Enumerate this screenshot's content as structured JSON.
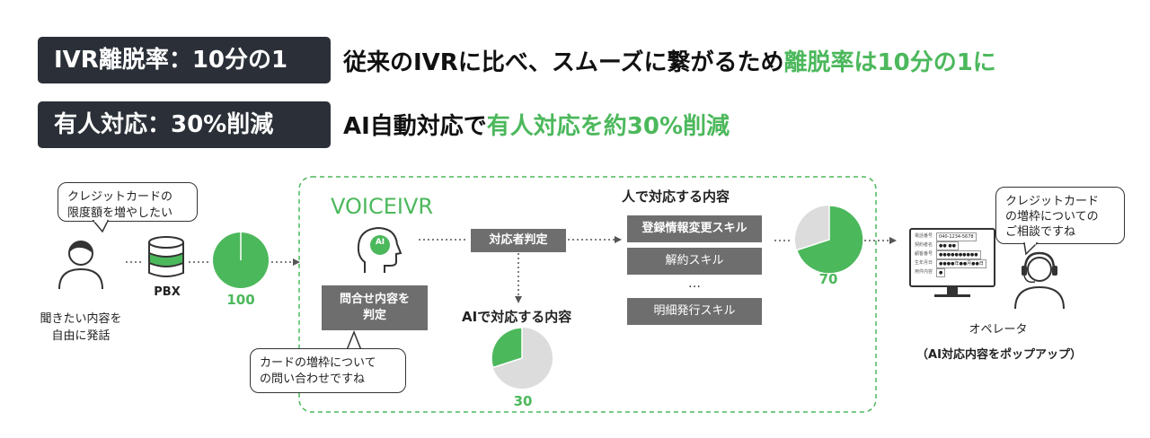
{
  "header": {
    "row1": {
      "badge": "IVR離脱率：10分の1",
      "text_plain": "従来のIVRに比べ、スムーズに繋がるため",
      "text_green": "離脱率は10分の1に"
    },
    "row2": {
      "badge": "有人対応：30%削減",
      "text_plain": "AI自動対応で",
      "text_green": "有人対応を約30%削減"
    }
  },
  "diagram": {
    "caller": {
      "bubble_line1": "クレジットカードの",
      "bubble_line2": "限度額を増やしたい",
      "label_line1": "聞きたい内容を",
      "label_line2": "自由に発話",
      "icon": "person-icon"
    },
    "pbx": {
      "label": "PBX",
      "icon": "database-icon"
    },
    "pie_100": {
      "value": 100,
      "label": "100"
    },
    "voiceivr": {
      "title": "VOICEIVR",
      "head_icon": "ai-head-icon",
      "head_text": "AI",
      "judge_box_line1": "問合せ内容を",
      "judge_box_line2": "判定",
      "bubble_line1": "カードの増枠について",
      "bubble_line2": "の問い合わせですね",
      "router_box": "対応者判定"
    },
    "ai_branch": {
      "title": "AIで対応する内容",
      "ai_share": 30,
      "label": "30"
    },
    "human_branch": {
      "title": "人で対応する内容",
      "skills": [
        "登録情報変更スキル",
        "解約スキル",
        "…",
        "明細発行スキル"
      ],
      "human_share": 70,
      "label": "70"
    },
    "operator": {
      "bubble_line1": "クレジットカード",
      "bubble_line2": "の増枠についての",
      "bubble_line3": "ご相談ですね",
      "label": "オペレータ",
      "sublabel": "（AI対応内容をポップアップ）",
      "screen_rows": [
        [
          "電話番号",
          "040-1234-5678"
        ],
        [
          "契約者名",
          "●● ●●"
        ],
        [
          "顧客番号",
          "●●●●●●●●●●"
        ],
        [
          "生年月日",
          "●●●●年●●月●●日"
        ],
        [
          "用件内容",
          "●"
        ]
      ],
      "icons": [
        "monitor-icon",
        "headset-operator-icon"
      ]
    },
    "colors": {
      "green": "#4cb85c",
      "gray_box": "#6e6e6e",
      "badge": "#2b3038",
      "pie_gray": "#dcdcdc"
    }
  }
}
